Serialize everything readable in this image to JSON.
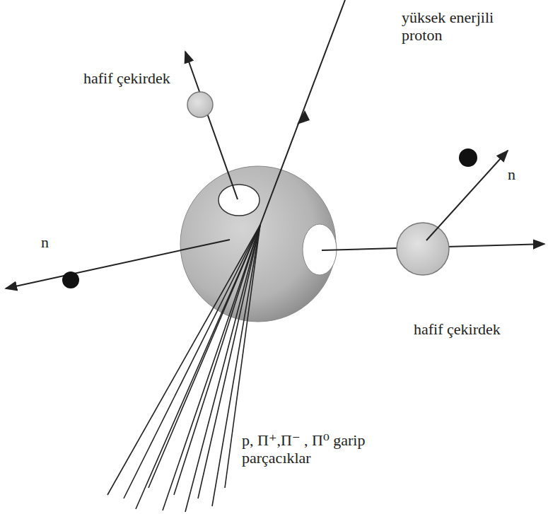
{
  "diagram": {
    "labels": [
      "yüksek enerjili proton",
      "hafif çekirdek",
      "n",
      "n",
      "hafif çekirdek",
      "p, Π⁺,Π⁻ , Π⁰ garip parçacıklar"
    ]
  }
}
